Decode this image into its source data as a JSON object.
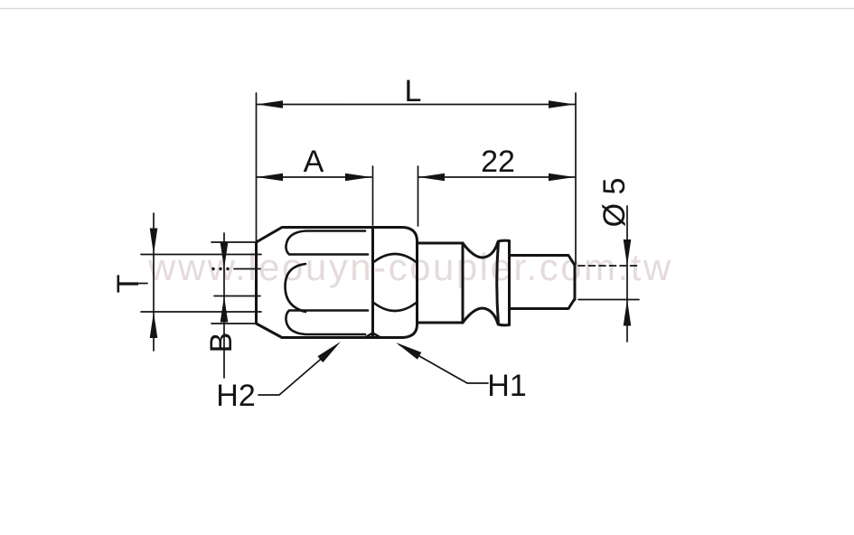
{
  "drawing": {
    "watermark": "www.leouyn-coupler.com.tw",
    "labels": {
      "length_overall": "L",
      "length_nut": "A",
      "length_plug": "22",
      "tube_od": "T",
      "tube_id": "B",
      "tip_diameter": "Ø 5",
      "hex_h2": "H2",
      "hex_h1": "H1"
    },
    "colors": {
      "line": "#141414",
      "watermark": "#e5dbdb",
      "background": "#ffffff",
      "top_rule": "#d9d9d9"
    }
  }
}
